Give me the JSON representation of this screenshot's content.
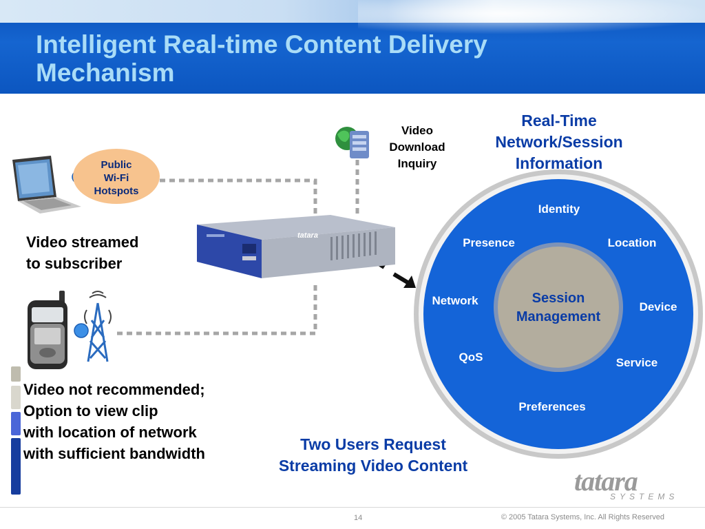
{
  "slide": {
    "title_line1": "Intelligent Real-time Content Delivery",
    "title_line2": "Mechanism"
  },
  "hotspot": {
    "line1": "Public",
    "line2": "Wi-Fi",
    "line3": "Hotspots"
  },
  "laptop_caption": {
    "line1": "Video streamed",
    "line2": "to subscriber"
  },
  "phone_caption": {
    "line1": "Video not recommended;",
    "line2": "Option to view clip",
    "line3": "with location of network",
    "line4": "with sufficient bandwidth"
  },
  "inquiry": {
    "line1": "Video",
    "line2": "Download",
    "line3": "Inquiry"
  },
  "realtime": {
    "line1": "Real-Time",
    "line2": "Network/Session",
    "line3": "Information"
  },
  "circle": {
    "center_line1": "Session",
    "center_line2": "Management",
    "identity": "Identity",
    "presence": "Presence",
    "location": "Location",
    "network": "Network",
    "device": "Device",
    "qos": "QoS",
    "service": "Service",
    "preferences": "Preferences"
  },
  "bottom_caption": {
    "line1": "Two Users Request",
    "line2": "Streaming Video Content"
  },
  "device_brand": "tatara",
  "logo": {
    "word": "tatara",
    "sub": "SYSTEMS"
  },
  "footer": {
    "page": "14",
    "copyright": "© 2005 Tatara Systems, Inc. All Rights Reserved"
  },
  "colors": {
    "header_blue": "#0c56c0",
    "title_text": "#a9dcf7",
    "circle_blue": "#1464d8",
    "circle_ring": "#c8c8c8",
    "center_gray": "#b3ad9e",
    "caption_blue": "#0a3ca6",
    "hotspot_orange": "#f7c38e"
  }
}
